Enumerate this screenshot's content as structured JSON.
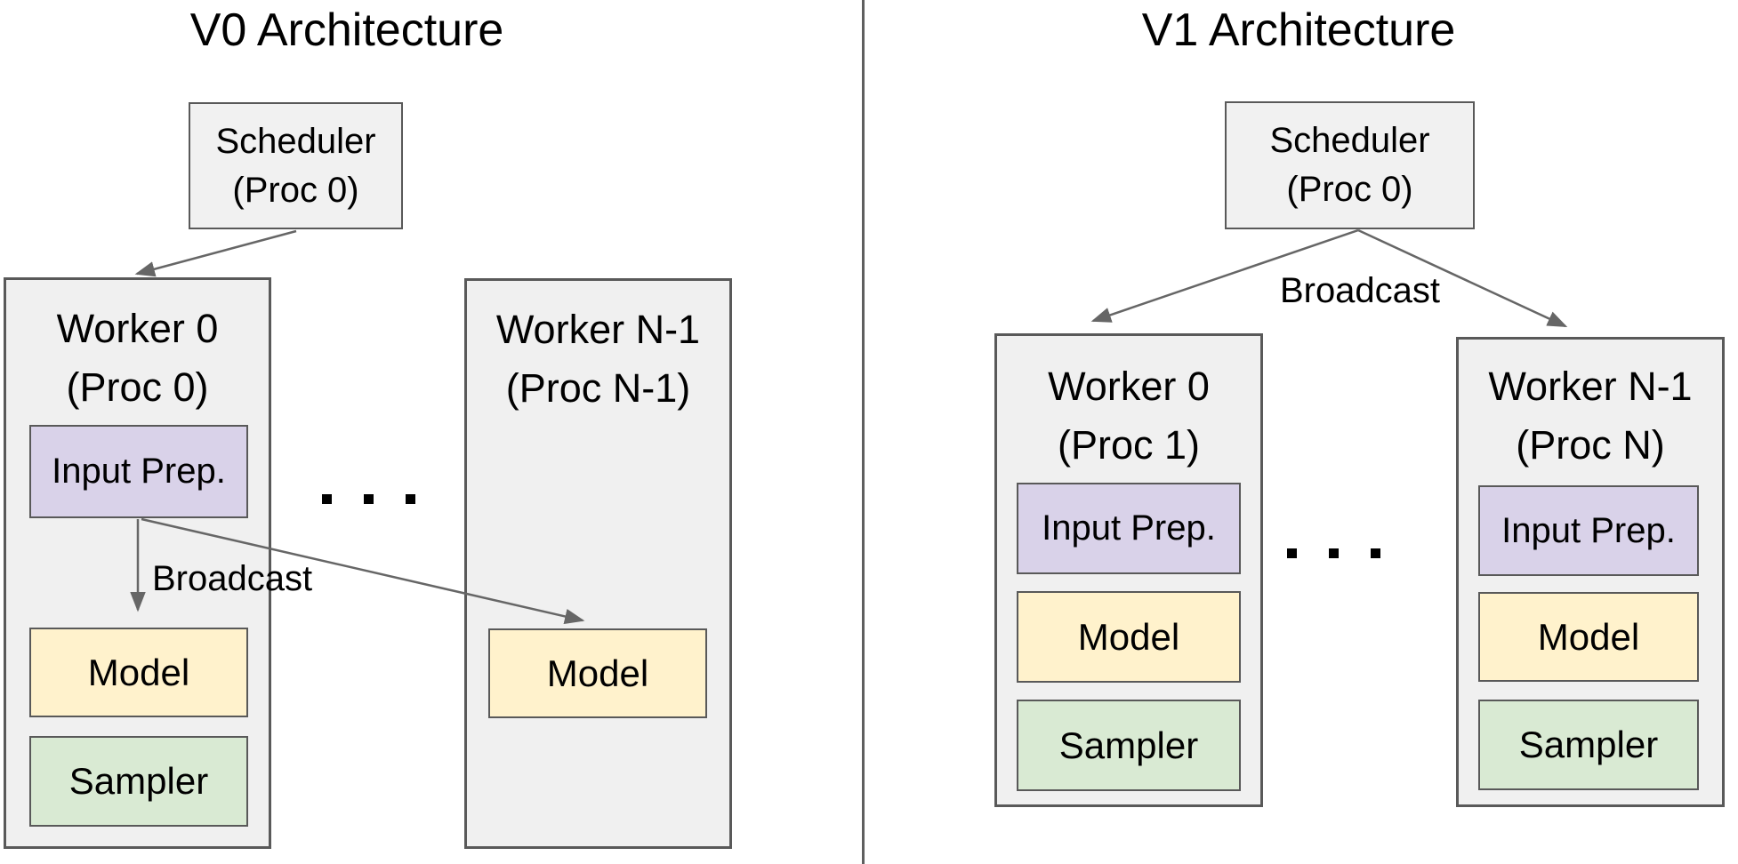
{
  "figure": {
    "left": {
      "title": "V0 Architecture",
      "scheduler": {
        "line1": "Scheduler",
        "line2": "(Proc 0)"
      },
      "broadcast_label": "Broadcast",
      "ellipsis": ". . .",
      "worker0": {
        "line1": "Worker 0",
        "line2": "(Proc 0)",
        "input_prep": "Input Prep.",
        "model": "Model",
        "sampler": "Sampler"
      },
      "workerN": {
        "line1": "Worker N-1",
        "line2": "(Proc N-1)",
        "model": "Model"
      }
    },
    "right": {
      "title": "V1 Architecture",
      "scheduler": {
        "line1": "Scheduler",
        "line2": "(Proc 0)"
      },
      "broadcast_label": "Broadcast",
      "ellipsis": ". . .",
      "worker0": {
        "line1": "Worker 0",
        "line2": "(Proc 1)",
        "input_prep": "Input Prep.",
        "model": "Model",
        "sampler": "Sampler"
      },
      "workerN": {
        "line1": "Worker N-1",
        "line2": "(Proc N)",
        "input_prep": "Input Prep.",
        "model": "Model",
        "sampler": "Sampler"
      }
    },
    "colors": {
      "container_fill": "#f1f1f1",
      "container_border": "#595959",
      "input_prep_fill": "#d9d2e9",
      "model_fill": "#fff2cc",
      "sampler_fill": "#d9ead3",
      "arrow": "#666666",
      "divider": "#5f5f5f",
      "text": "#000000"
    }
  }
}
